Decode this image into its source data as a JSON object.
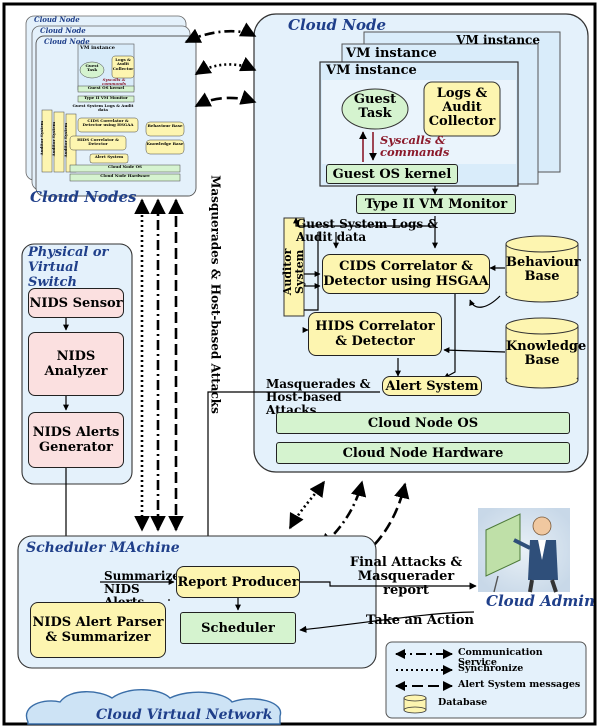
{
  "cloud_node": {
    "title": "Cloud Node",
    "vm_back2": "VM instance",
    "vm_back1": "VM instance",
    "vm_front": "VM instance",
    "guest_task": "Guest Task",
    "logs_collector": "Logs & Audit Collector",
    "syscalls": "Syscalls & commands",
    "guest_os": "Guest OS kernel",
    "vm_monitor": "Type II VM Monitor",
    "guest_logs": "Guest System Logs & Audit data",
    "auditor": "Auditor System",
    "cids": "CIDS Correlator & Detector using HSGAA",
    "hids": "HIDS Correlator & Detector",
    "behaviour_base": "Behaviour Base",
    "knowledge_base": "Knowledge Base",
    "alert_system": "Alert System",
    "masq_label": "Masquerades & Host-based Attacks",
    "node_os": "Cloud Node OS",
    "node_hw": "Cloud Node Hardware"
  },
  "cloud_nodes": {
    "title": "Cloud Nodes",
    "mini_node": "Cloud Node",
    "mini_vm": "VM instance",
    "mini_guest_task": "Guest Task",
    "mini_logs": "Logs & Audit Collector",
    "mini_syscalls": "Syscalls & commands",
    "mini_guest_os": "Guest OS kernel",
    "mini_monitor": "Type II VM Monitor",
    "mini_guest_logs": "Guest System Logs & Audit data",
    "mini_cids": "CIDS Correlator & Detector using HSGAA",
    "mini_hids": "HIDS Correlator & Detector",
    "mini_behaviour": "Behaviour Base",
    "mini_knowledge": "Knowledge Base",
    "mini_alert": "Alert System",
    "mini_os": "Cloud Node OS",
    "mini_hw": "Cloud Node Hardware",
    "mini_auditor": "Auditor System"
  },
  "vertical_label": "Masquerades & Host-based Attacks",
  "switch": {
    "title": "Physical or Virtual Switch",
    "sensor": "NIDS Sensor",
    "analyzer": "NIDS Analyzer",
    "alerts_gen": "NIDS Alerts Generator"
  },
  "scheduler_machine": {
    "title": "Scheduler MAchine",
    "summarized": "Summarized NIDS Alerts",
    "report_producer": "Report Producer",
    "scheduler": "Scheduler",
    "parser": "NIDS Alert Parser & Summarizer"
  },
  "admin": {
    "final_report": "Final Attacks & Masquerader report",
    "title": "Cloud Admin",
    "take_action": "Take an Action"
  },
  "network": {
    "title": "Cloud Virtual Network"
  },
  "legend": {
    "communication": "Communication Service",
    "synchronize": "Synchronize",
    "alert_messages": "Alert System messages",
    "database": "Database"
  }
}
